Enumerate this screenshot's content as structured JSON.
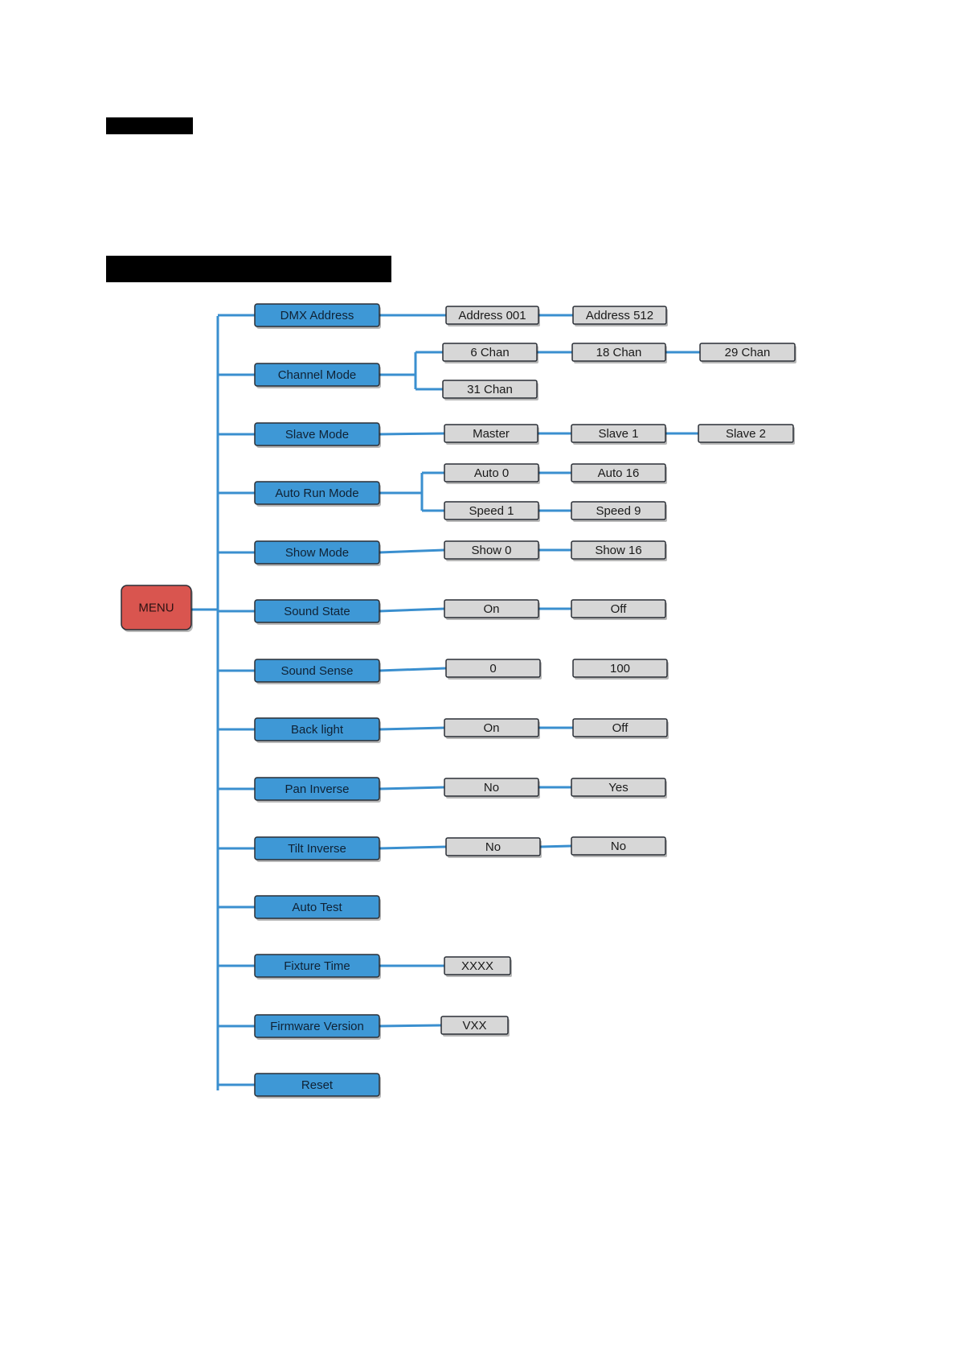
{
  "menu": {
    "label": "MENU"
  },
  "colors": {
    "menu_fill": "#d9554f",
    "item_fill": "#3e98d6",
    "option_fill": "#d7d7d7",
    "connector": "#3a8fcf",
    "redaction": "#000000"
  },
  "items": [
    {
      "label": "DMX Address",
      "options": [
        "Address  001",
        "Address  512"
      ]
    },
    {
      "label": "Channel Mode",
      "options": [
        "6 Chan",
        "18 Chan",
        "29 Chan",
        "31 Chan"
      ]
    },
    {
      "label": "Slave Mode",
      "options": [
        "Master",
        "Slave 1",
        "Slave 2"
      ]
    },
    {
      "label": "Auto Run Mode",
      "options": [
        "Auto 0",
        "Auto 16",
        "Speed  1",
        "Speed  9"
      ]
    },
    {
      "label": "Show Mode",
      "options": [
        "Show  0",
        "Show 16"
      ]
    },
    {
      "label": "Sound State",
      "options": [
        "On",
        "Off"
      ]
    },
    {
      "label": "Sound Sense",
      "options": [
        "0",
        "100"
      ]
    },
    {
      "label": "Back light",
      "options": [
        "On",
        "Off"
      ]
    },
    {
      "label": "Pan Inverse",
      "options": [
        "No",
        "Yes"
      ]
    },
    {
      "label": "Tilt Inverse",
      "options": [
        "No",
        "No"
      ]
    },
    {
      "label": "Auto Test",
      "options": []
    },
    {
      "label": "Fixture Time",
      "options": [
        "XXXX"
      ]
    },
    {
      "label": "Firmware Version",
      "options": [
        "VXX"
      ]
    },
    {
      "label": "Reset",
      "options": []
    }
  ]
}
